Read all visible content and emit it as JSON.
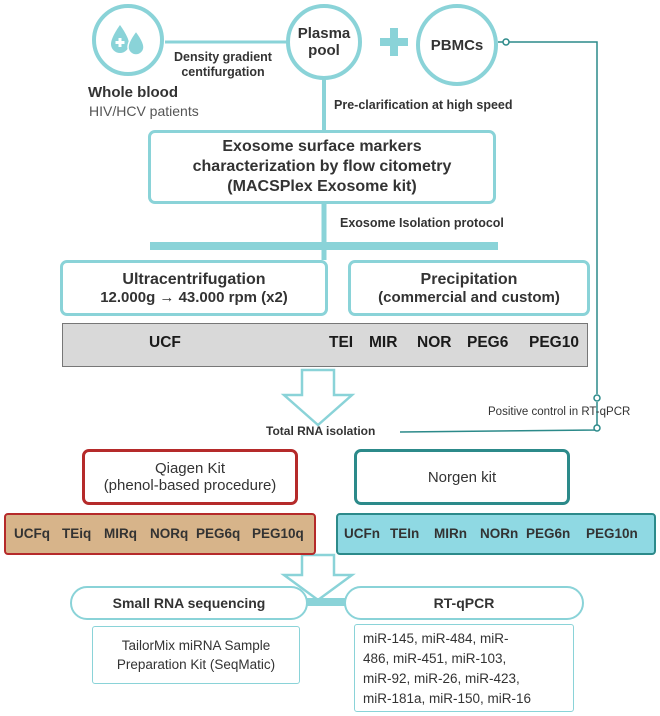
{
  "whole_blood": {
    "title": "Whole blood",
    "subtitle": "HIV/HCV patients"
  },
  "density_label": [
    "Density gradient",
    "centifurgation"
  ],
  "plasma_pool": [
    "Plasma",
    "pool"
  ],
  "pbmcs": "PBMCs",
  "preclarification": "Pre-clarification at high speed",
  "exosome_box": [
    "Exosome surface markers",
    "characterization by flow citometry",
    "(MACSPlex Exosome kit)"
  ],
  "isolation_protocol": "Exosome Isolation protocol",
  "ultracentrifugation": {
    "title": "Ultracentrifugation",
    "detail": "12.000g → 43.000 rpm (x2)"
  },
  "precipitation": {
    "title": "Precipitation",
    "detail": "(commercial and custom)"
  },
  "methods_bar": {
    "ucf": "UCF",
    "items": [
      "TEI",
      "MIR",
      "NOR",
      "PEG6",
      "PEG10"
    ]
  },
  "positive_control": "Positive control in RT-qPCR",
  "total_rna": "Total RNA isolation",
  "qiagen": [
    "Qiagen Kit",
    "(phenol-based procedure)"
  ],
  "norgen": "Norgen kit",
  "qiagen_samples": [
    "UCFq",
    "TEiq",
    "MIRq",
    "NORq",
    "PEG6q",
    "PEG10q"
  ],
  "norgen_samples": [
    "UCFn",
    "TEIn",
    "MIRn",
    "NORn",
    "PEG6n",
    "PEG10n"
  ],
  "small_rna": "Small RNA sequencing",
  "rt_qpcr": "RT-qPCR",
  "tailormix": [
    "TailorMix miRNA Sample",
    "Preparation Kit (SeqMatic)"
  ],
  "mirna_list": [
    "miR-145, miR-484, miR-",
    "486, miR-451, miR-103,",
    "miR-92, miR-26, miR-423,",
    "miR-181a, miR-150, miR-16"
  ],
  "colors": {
    "teal": "#8ad3d8",
    "dark_teal": "#2c8a8a",
    "red": "#b52a2a",
    "tan": "#d7b48a",
    "light_blue": "#8fd9e3",
    "gray": "#d9d9d9"
  }
}
